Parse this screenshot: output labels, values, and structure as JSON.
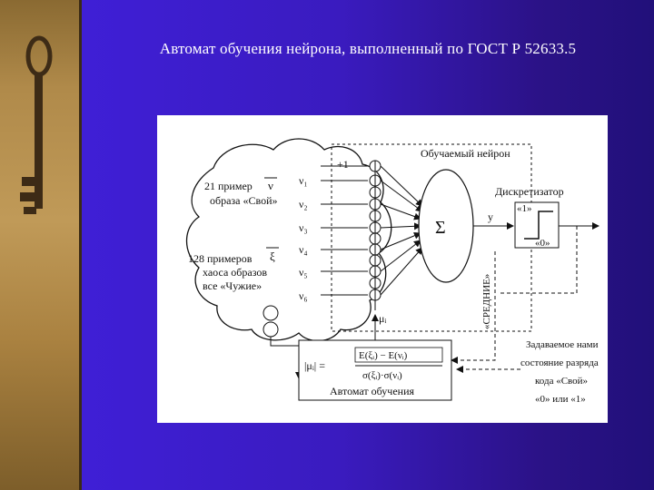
{
  "slide": {
    "title": "Автомат обучения нейрона, выполненный по ГОСТ Р 52633.5"
  },
  "diagram": {
    "own_examples_line1": "21 пример",
    "own_examples_line2": "образа «Свой»",
    "nu_symbol": "ν",
    "foreign_examples_line1": "128 примеров",
    "foreign_examples_line2": "хаоса образов",
    "foreign_examples_line3": "все «Чужие»",
    "xi_symbol": "ξ",
    "inputs": [
      "ν₁",
      "ν₂",
      "ν₃",
      "ν₄",
      "ν₅",
      "ν₆"
    ],
    "bias_label": "+1",
    "trained_neuron_label": "Обучаемый нейрон",
    "sum_symbol": "Σ",
    "y_label": "y",
    "discretizer_label": "Дискретизатор",
    "one_label": "«1»",
    "zero_label": "«0»",
    "mu_label": "μᵢ",
    "average_label": "«СРЕДНИЕ»",
    "formula_lhs": "|μᵢ| =",
    "formula_numerator": "E(ξᵢ) − E(νᵢ)",
    "formula_denominator": "σ(ξᵢ)·σ(νᵢ)",
    "automaton_label": "Автомат обучения",
    "target_line1": "Задаваемое нами",
    "target_line2": "состояние разряда",
    "target_line3": "кода «Свой»",
    "target_line4": "«0» или «1»"
  }
}
